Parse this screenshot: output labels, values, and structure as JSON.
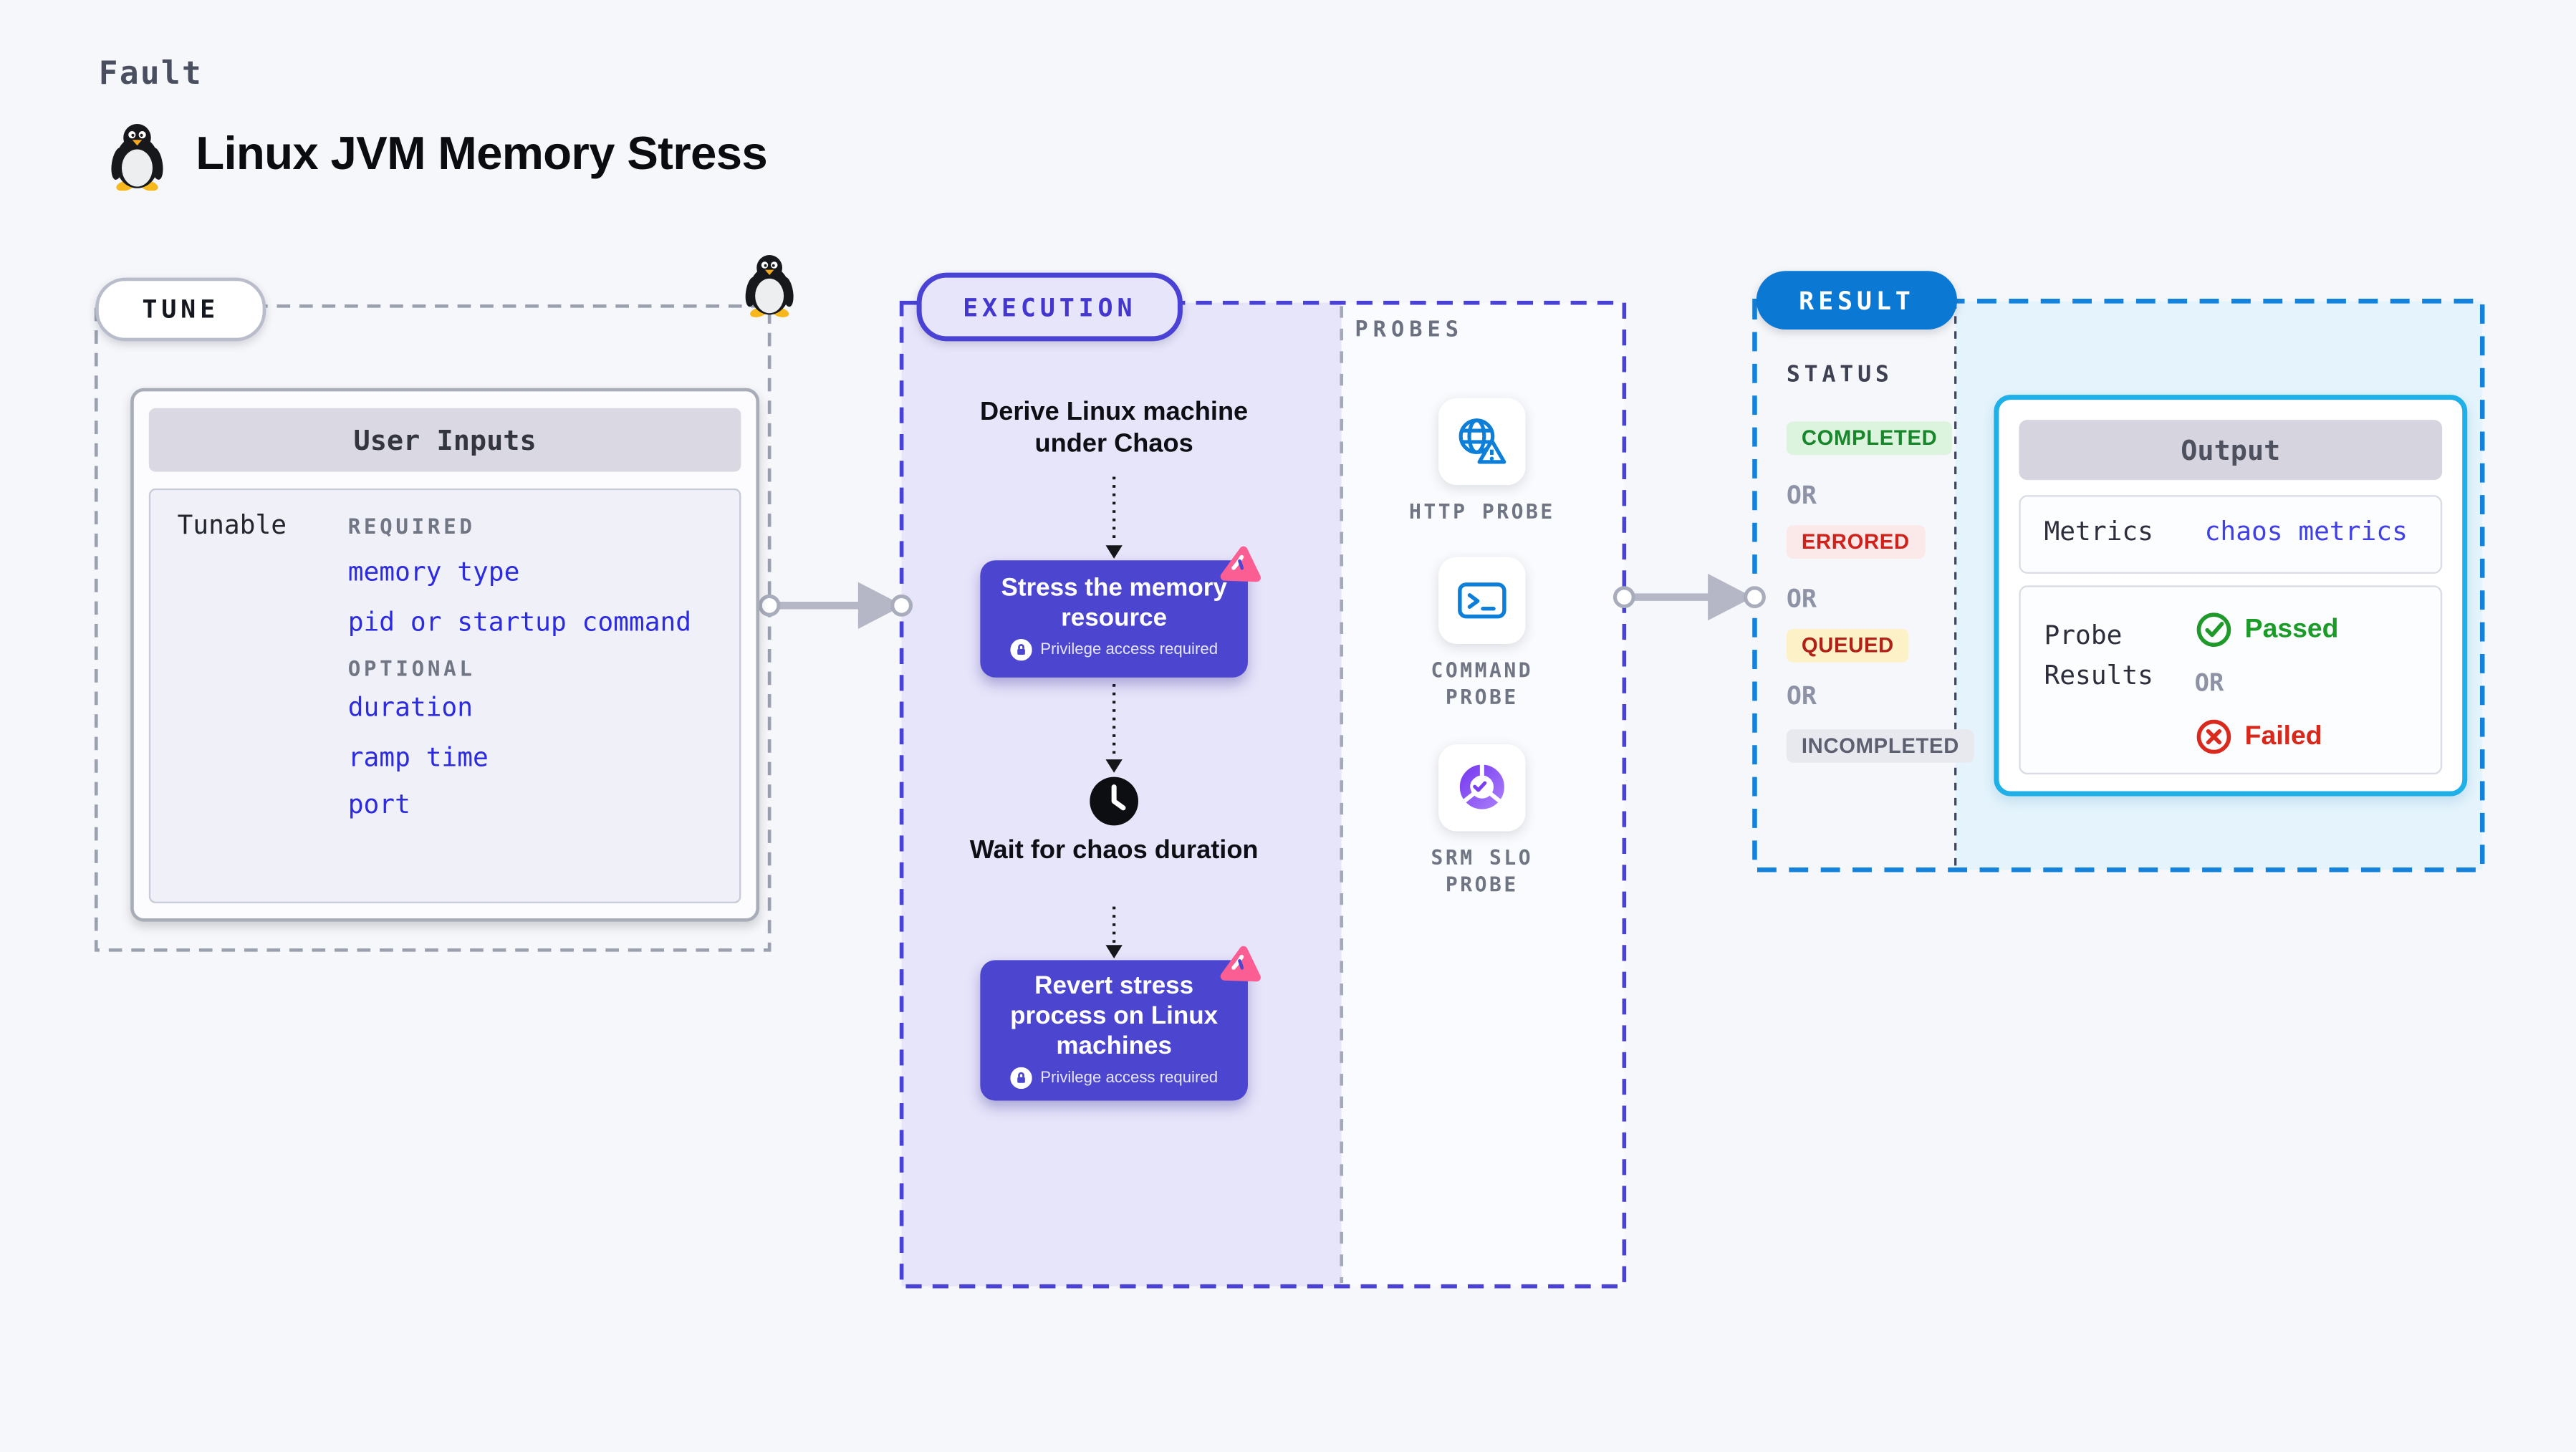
{
  "header": {
    "eyebrow": "Fault",
    "title": "Linux JVM Memory Stress",
    "icon": "tux-penguin"
  },
  "tune": {
    "pill": "TUNE",
    "user_inputs": {
      "title": "User Inputs",
      "row_label": "Tunable",
      "required_label": "REQUIRED",
      "required_items": [
        "memory type",
        "pid or startup command"
      ],
      "optional_label": "OPTIONAL",
      "optional_items": [
        "duration",
        "ramp time",
        "port"
      ]
    }
  },
  "execution": {
    "pill": "EXECUTION",
    "derive_step": "Derive Linux machine under Chaos",
    "stress_step": {
      "label": "Stress the memory resource",
      "note": "Privilege access required"
    },
    "wait_step": "Wait for chaos duration",
    "revert_step": {
      "label": "Revert stress process on Linux machines",
      "note": "Privilege access required"
    }
  },
  "probes": {
    "label": "PROBES",
    "items": [
      {
        "label": "HTTP PROBE",
        "icon": "globe-warning-icon"
      },
      {
        "label": "COMMAND PROBE",
        "icon": "terminal-icon"
      },
      {
        "label": "SRM SLO PROBE",
        "icon": "donut-check-icon"
      }
    ]
  },
  "result": {
    "pill": "RESULT",
    "status": {
      "label": "STATUS",
      "separator": "OR",
      "badges": [
        {
          "label": "COMPLETED",
          "fg": "#18862a",
          "bg": "#dcf4dd"
        },
        {
          "label": "ERRORED",
          "fg": "#ce231b",
          "bg": "#fbe8e8"
        },
        {
          "label": "QUEUED",
          "fg": "#b02218",
          "bg": "#fdf1c8"
        },
        {
          "label": "INCOMPLETED",
          "fg": "#5d6070",
          "bg": "#e8e8ef"
        }
      ]
    },
    "output": {
      "title": "Output",
      "metrics_label": "Metrics",
      "metrics_value": "chaos metrics",
      "probe_results_label": "Probe Results",
      "passed": "Passed",
      "or": "OR",
      "failed": "Failed"
    }
  },
  "colors": {
    "page_bg": "#f6f7fa",
    "node_purple": "#4c45d0",
    "execution_fill": "#e7e5fa",
    "execution_border": "#4a42d4",
    "result_border": "#1382dc",
    "result_fill": "#e5f4fc",
    "result_pill_bg": "#0b79d4",
    "output_border": "#1fb0e8",
    "link_blue": "#2c2be0",
    "probe_icon_blue": "#0d7fd8",
    "litmus_pink": "#fb5e93",
    "arrow_grey": "#b5b7c6",
    "passed_green": "#1b9b27",
    "failed_red": "#d8281c"
  }
}
